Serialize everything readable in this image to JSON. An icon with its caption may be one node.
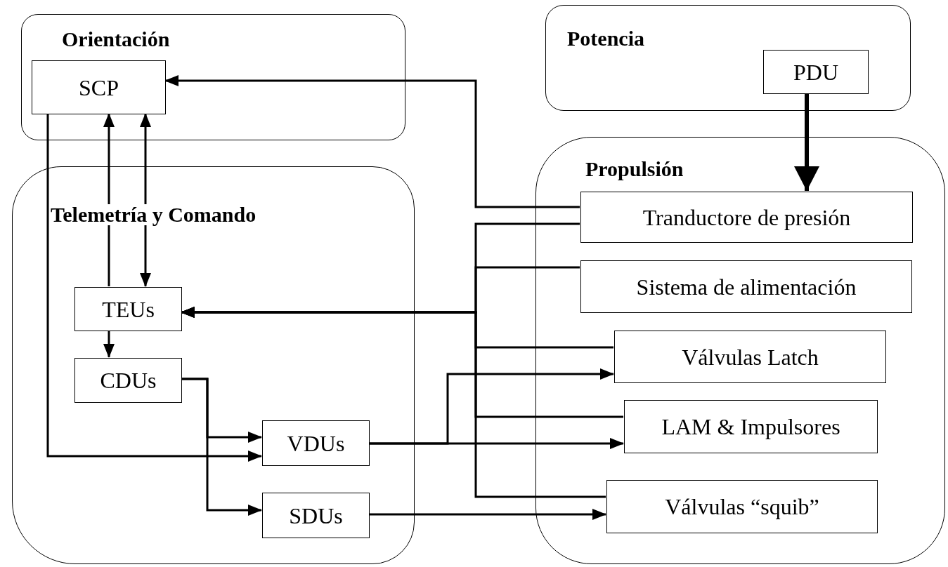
{
  "diagram": {
    "nodes": [
      {
        "text": [
          "Orientación"
        ]
      },
      {
        "text": [
          "SCP"
        ],
        "in": 0
      },
      {
        "text": [
          "Potencia"
        ]
      },
      {
        "text": [
          "PDU"
        ],
        "in": 2
      },
      {
        "text": [
          "Telemetría y Comando"
        ]
      },
      {
        "text": [
          "TEUs"
        ],
        "in": 4
      },
      {
        "text": [
          "CDUs"
        ],
        "in": 4
      },
      {
        "text": [
          "VDUs"
        ],
        "in": 4
      },
      {
        "text": [
          "SDUs"
        ],
        "in": 4
      },
      {
        "text": [
          "Propulsión"
        ]
      },
      {
        "text": [
          "Tranductore de presión"
        ],
        "in": 9
      },
      {
        "text": [
          "Sistema de alimentación"
        ],
        "in": 9
      },
      {
        "text": [
          "Válvulas Latch"
        ],
        "in": 9
      },
      {
        "text": [
          "LAM & Impulsores"
        ],
        "in": 9
      },
      {
        "text": [
          "Válvulas “squib”"
        ],
        "in": 9
      }
    ],
    "edges": [
      {
        "from": 10,
        "to": 1,
        "arrow": "to"
      },
      {
        "from": 5,
        "to": 1,
        "arrow": "to"
      },
      {
        "from": 5,
        "to": 1,
        "arrow": "both"
      },
      {
        "from": 1,
        "to": 7,
        "arrow": "to"
      },
      {
        "from": 10,
        "to": 5,
        "arrow": "to"
      },
      {
        "from": 11,
        "to": 5,
        "arrow": "to"
      },
      {
        "from": 12,
        "to": 5,
        "arrow": "to"
      },
      {
        "from": 13,
        "to": 5,
        "arrow": "to"
      },
      {
        "from": 14,
        "to": 5,
        "arrow": "to"
      },
      {
        "from": 5,
        "to": 6,
        "arrow": "to"
      },
      {
        "from": 6,
        "to": 7,
        "arrow": "to"
      },
      {
        "from": 6,
        "to": 8,
        "arrow": "to"
      },
      {
        "from": 7,
        "to": 12,
        "arrow": "to"
      },
      {
        "from": 7,
        "to": 13,
        "arrow": "to"
      },
      {
        "from": 8,
        "to": 14,
        "arrow": "to"
      },
      {
        "from": 3,
        "to": 10,
        "arrow": "to",
        "style": "thick"
      }
    ]
  }
}
